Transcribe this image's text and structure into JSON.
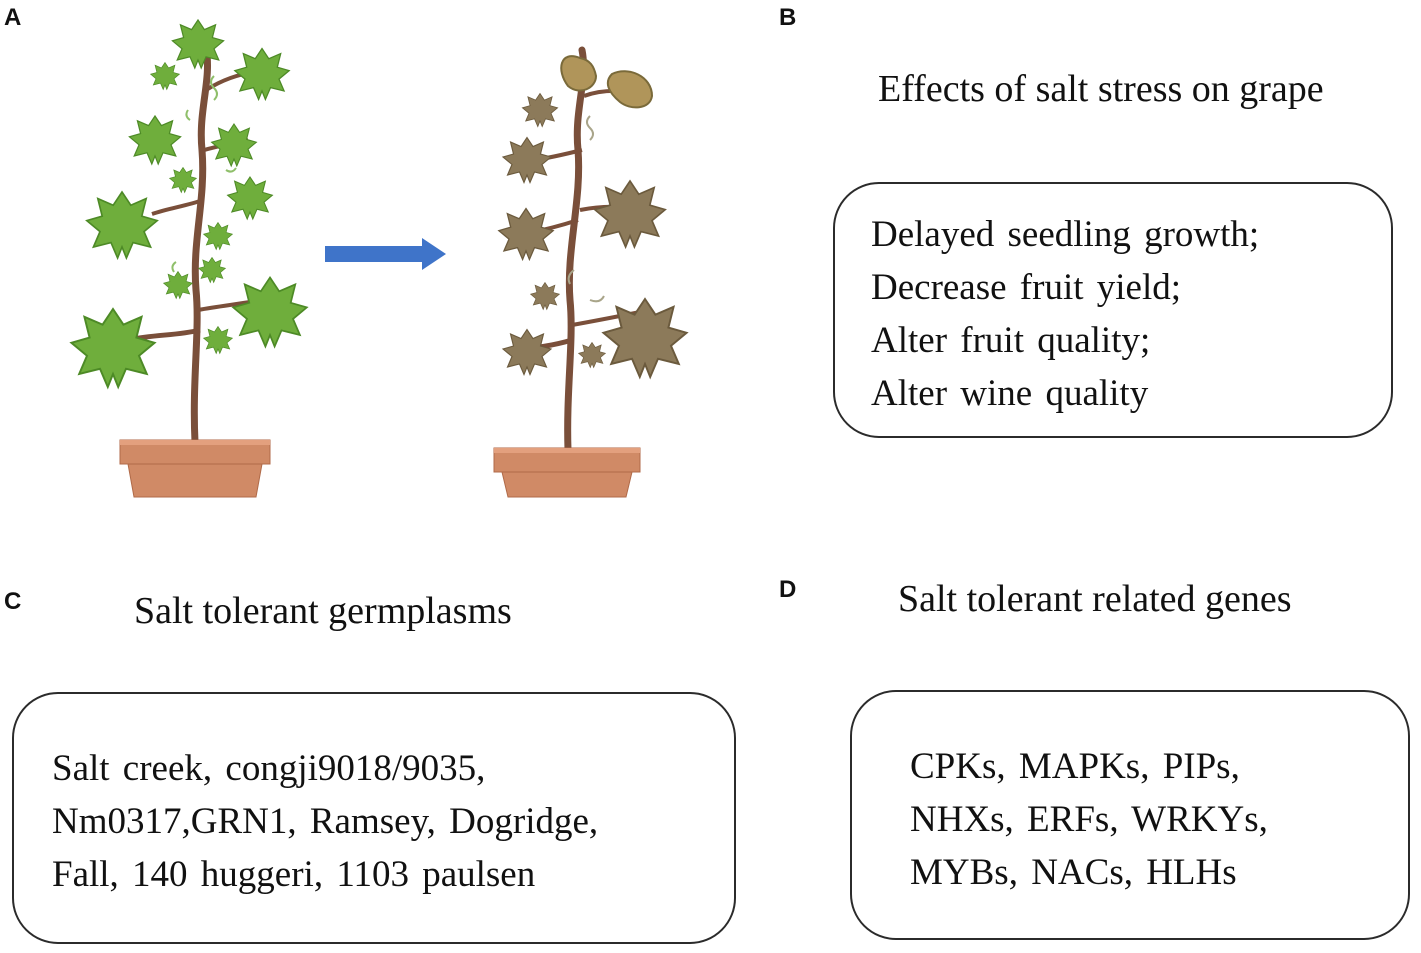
{
  "panels": {
    "a": {
      "letter": "A"
    },
    "b": {
      "letter": "B",
      "heading": "Effects of salt stress on grape",
      "items": [
        "Delayed seedling growth;",
        "Decrease fruit yield;",
        "Alter fruit quality;",
        "Alter wine quality"
      ]
    },
    "c": {
      "letter": "C",
      "heading": "Salt tolerant germplasms",
      "items": [
        "Salt creek, congji9018/9035,",
        "Nm0317,GRN1, Ramsey, Dogridge,",
        "Fall, 140 huggeri, 1103 paulsen"
      ]
    },
    "d": {
      "letter": "D",
      "heading": "Salt tolerant related genes",
      "items": [
        "CPKs, MAPKs, PIPs,",
        "NHXs, ERFs, WRKYs,",
        "MYBs, NACs, HLHs"
      ]
    }
  },
  "colors": {
    "healthy_leaf": "#6fae3c",
    "stressed_leaf": "#8c7a5a",
    "dead_leaf": "#b0955a",
    "stem": "#7a4f3a",
    "pot": "#d08a66",
    "arrow": "#3f74c9",
    "box_border": "#2b2b2b"
  }
}
